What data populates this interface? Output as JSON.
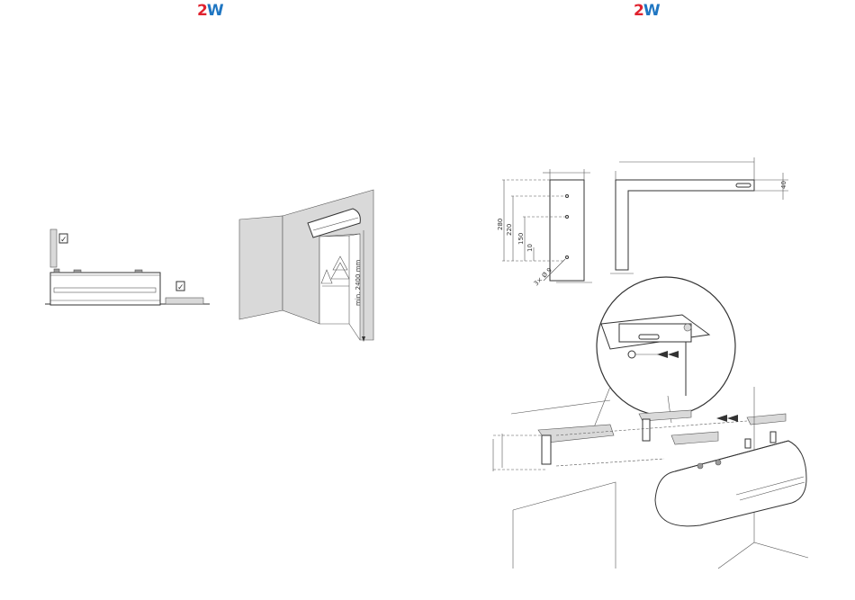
{
  "logo": {
    "digit": "2",
    "letter": "W"
  },
  "placement_diagram": {
    "checkbox_mark": "✓"
  },
  "height_diagram": {
    "min_height_label": "min. 2400 mm"
  },
  "bracket_dimensions": {
    "d_280": "280",
    "d_220": "220",
    "d_150": "150",
    "d_10": "10",
    "holes": "3× Ø 9",
    "d_40": "40"
  },
  "colors": {
    "logo_red": "#e0222e",
    "logo_blue": "#1f76c2",
    "table_header": "#a6a6a6"
  },
  "table": {
    "rows": 4
  }
}
